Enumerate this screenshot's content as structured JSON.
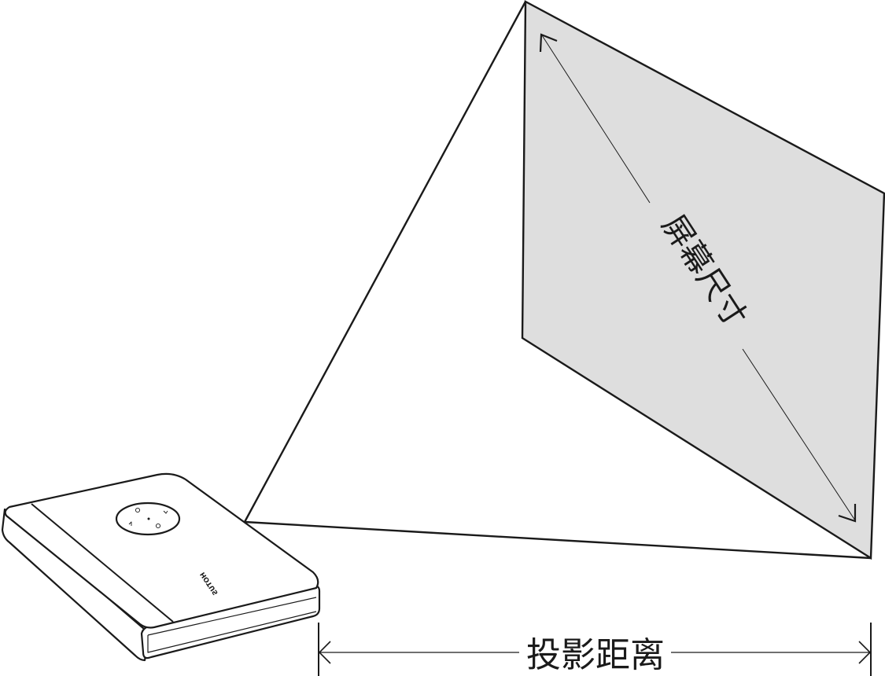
{
  "diagram": {
    "type": "projector-throw-diagram",
    "colors": {
      "stroke": "#1a1a1a",
      "screen_fill": "#dedede",
      "background": "#ffffff",
      "device_fill": "#ffffff"
    },
    "labels": {
      "screen_size": "屏幕尺寸",
      "projection_distance": "投影距离",
      "brand": "HOTUS"
    },
    "device": {
      "name": "projector",
      "control_pad_icons": [
        "power-icon",
        "up-icon",
        "down-icon",
        "settings-icon",
        "center-dot"
      ]
    }
  }
}
